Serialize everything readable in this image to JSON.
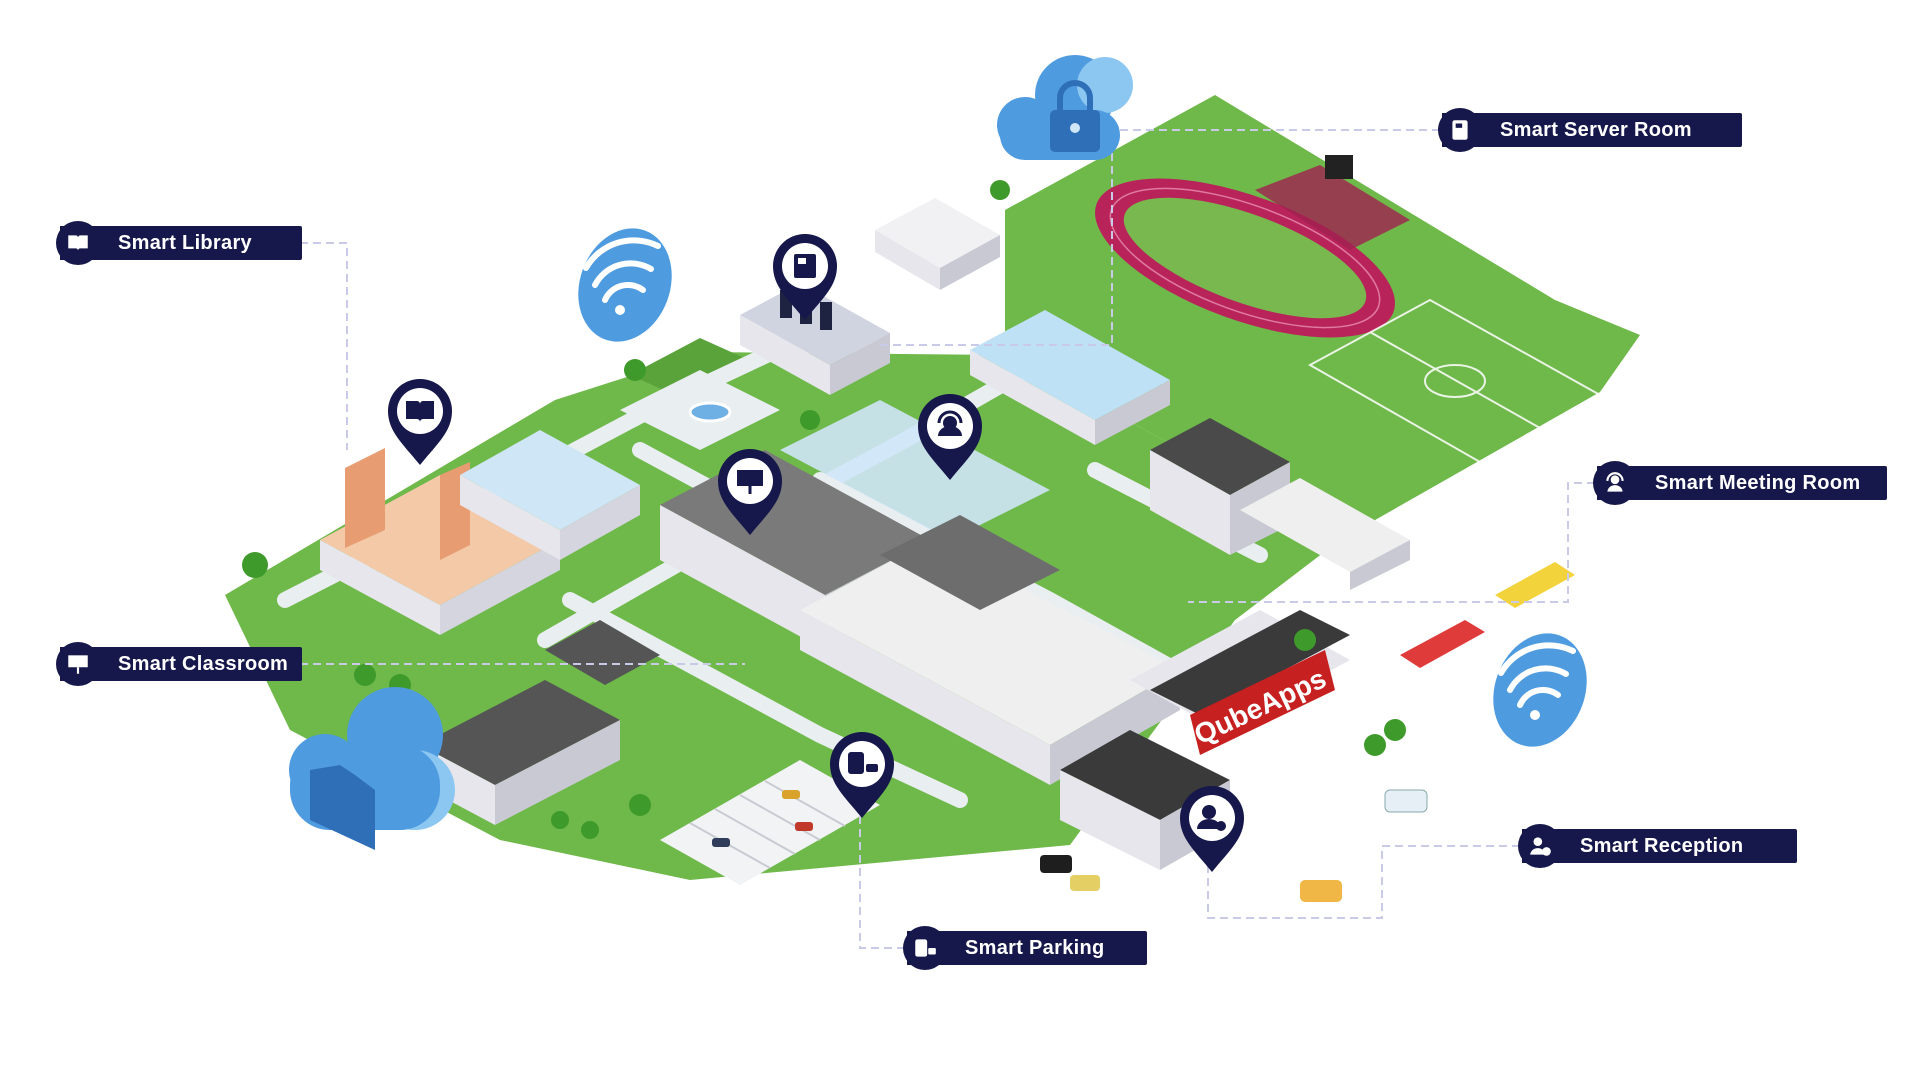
{
  "callouts": {
    "server_room": "Smart Server Room",
    "library": "Smart Library",
    "meeting_room": "Smart Meeting Room",
    "classroom": "Smart Classroom",
    "reception": "Smart Reception",
    "parking": "Smart Parking"
  },
  "brand": {
    "sign": "QubeApps"
  },
  "colors": {
    "navy": "#16174a",
    "grass": "#6fb84a",
    "grass_dark": "#5aa33b",
    "path": "#e9eef1",
    "track": "#b8245a",
    "cloud": "#4f9be0",
    "cloud_light": "#8cc7f2",
    "connector": "#c9c9e8"
  },
  "icons": [
    "book-icon",
    "server-icon",
    "headset-icon",
    "presentation-icon",
    "parking-icon",
    "user-check-icon",
    "lock-icon",
    "folder-icon",
    "wifi-icon"
  ]
}
